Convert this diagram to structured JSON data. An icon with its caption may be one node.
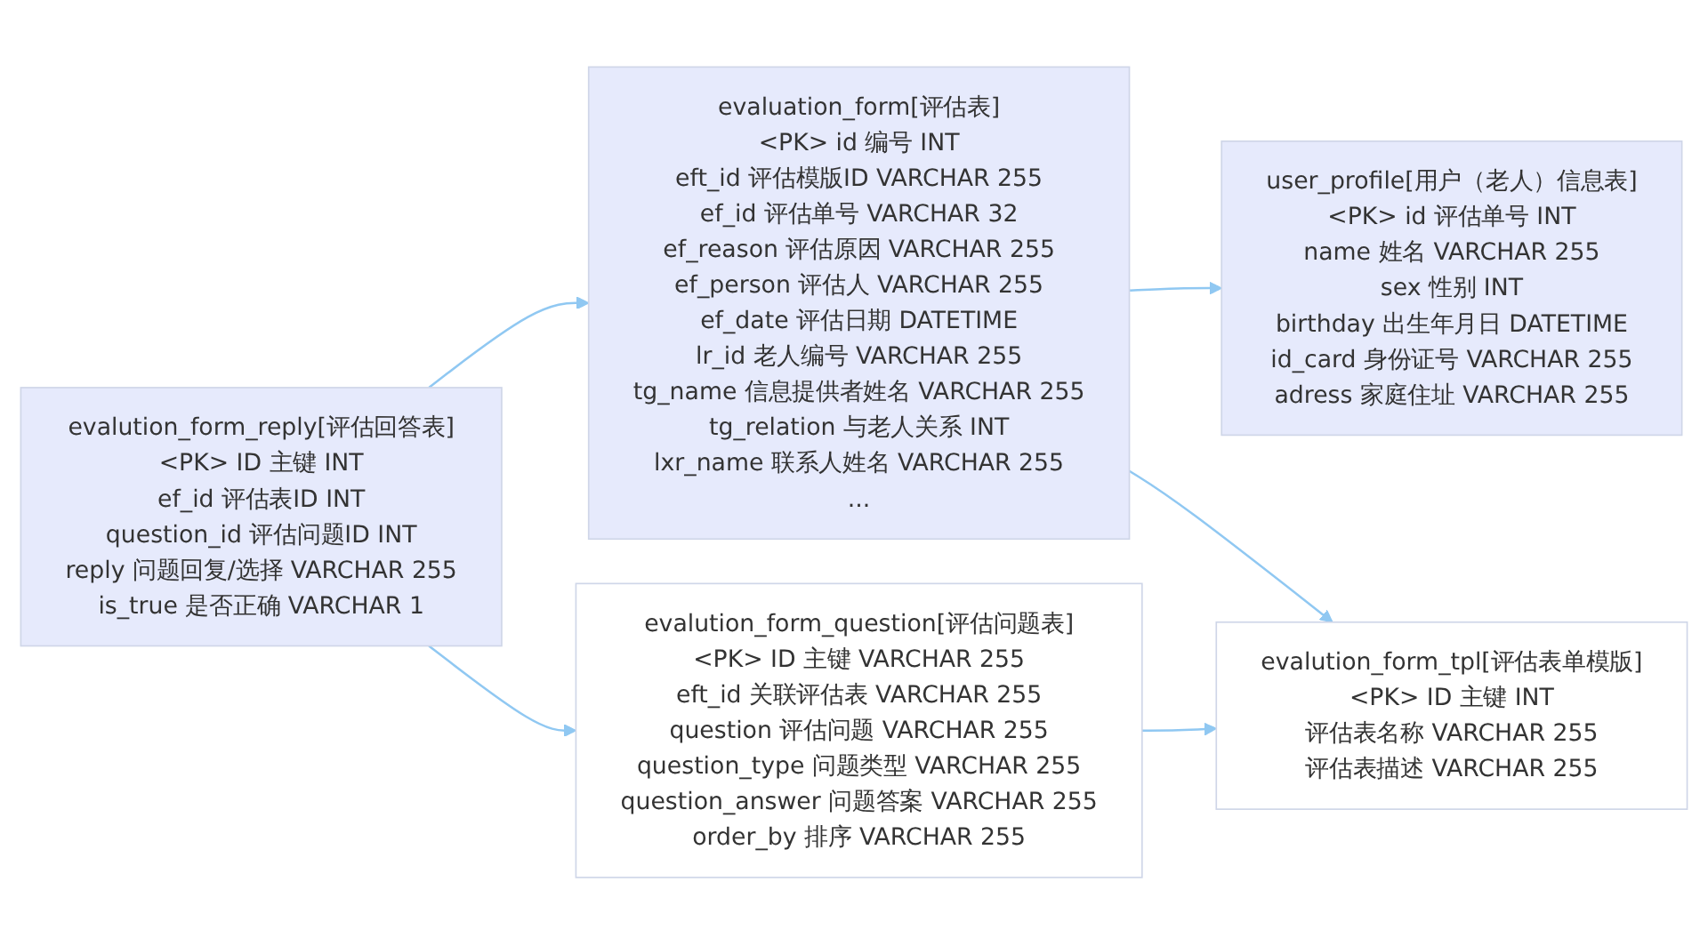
{
  "diagram": {
    "nodes": [
      {
        "text": [
          "evalution_form_tpl[评估表单模版]",
          "<PK> ID 主键 INT",
          "评估表名称 VARCHAR 255",
          "评估表描述 VARCHAR 255"
        ]
      },
      {
        "text": [
          "user_profile[用户（老人）信息表]",
          "<PK> id 评估单号 INT",
          "name 姓名 VARCHAR 255",
          "sex 性别 INT",
          "birthday 出生年月日 DATETIME",
          "id_card 身份证号 VARCHAR 255",
          "adress 家庭住址 VARCHAR 255"
        ]
      },
      {
        "text": [
          "evaluation_form[评估表]",
          "<PK> id 编号 INT",
          "eft_id 评估模版ID VARCHAR 255",
          "ef_id 评估单号 VARCHAR 32",
          "ef_reason 评估原因 VARCHAR 255",
          "ef_person 评估人 VARCHAR 255",
          "ef_date 评估日期 DATETIME",
          "lr_id 老人编号 VARCHAR 255",
          "tg_name 信息提供者姓名 VARCHAR 255",
          "tg_relation 与老人关系 INT",
          "lxr_name 联系人姓名 VARCHAR 255",
          "..."
        ]
      },
      {
        "text": [
          "evalution_form_question[评估问题表]",
          "<PK> ID 主键 VARCHAR 255",
          "eft_id 关联评估表 VARCHAR 255",
          "question 评估问题 VARCHAR 255",
          "question_type 问题类型 VARCHAR 255",
          "question_answer 问题答案 VARCHAR 255",
          "order_by 排序 VARCHAR 255"
        ]
      },
      {
        "text": [
          "evalution_form_reply[评估回答表]",
          "<PK> ID 主键 INT",
          "ef_id 评估表ID INT",
          "question_id 评估问题ID INT",
          "reply 问题回复/选择 VARCHAR 255",
          "is_true 是否正确 VARCHAR 1"
        ]
      }
    ],
    "edges": [
      {
        "from": 2,
        "to": 1,
        "arrow": "to"
      },
      {
        "from": 2,
        "to": 0,
        "arrow": "to"
      },
      {
        "from": 4,
        "to": 2,
        "arrow": "to"
      },
      {
        "from": 4,
        "to": 3,
        "arrow": "to"
      },
      {
        "from": 3,
        "to": 0,
        "arrow": "to"
      }
    ]
  }
}
